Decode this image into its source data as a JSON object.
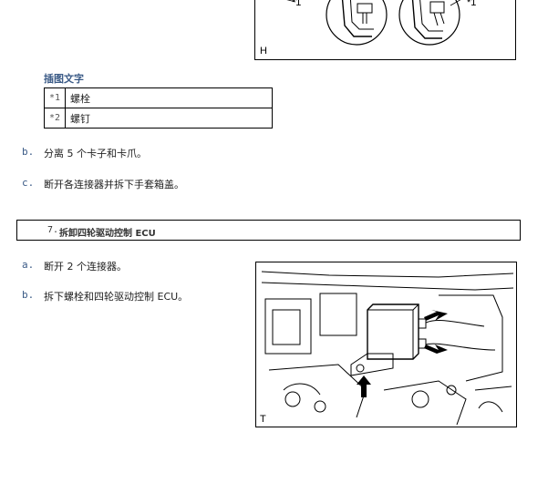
{
  "top_figure": {
    "callout_left": "*1",
    "callout_right": "*1",
    "label": "H"
  },
  "legend": {
    "title": "插图文字",
    "rows": [
      {
        "num": "*1",
        "text": "螺栓"
      },
      {
        "num": "*2",
        "text": "螺钉"
      }
    ]
  },
  "steps_upper": [
    {
      "letter": "b.",
      "text": "分离 5 个卡子和卡爪。"
    },
    {
      "letter": "c.",
      "text": "断开各连接器并拆下手套箱盖。"
    }
  ],
  "section": {
    "number": "7.",
    "title": "拆卸四轮驱动控制 ECU"
  },
  "steps_lower": [
    {
      "letter": "a.",
      "text": "断开 2 个连接器。"
    },
    {
      "letter": "b.",
      "text": "拆下螺栓和四轮驱动控制 ECU。"
    }
  ],
  "bottom_figure": {
    "label": "T"
  }
}
